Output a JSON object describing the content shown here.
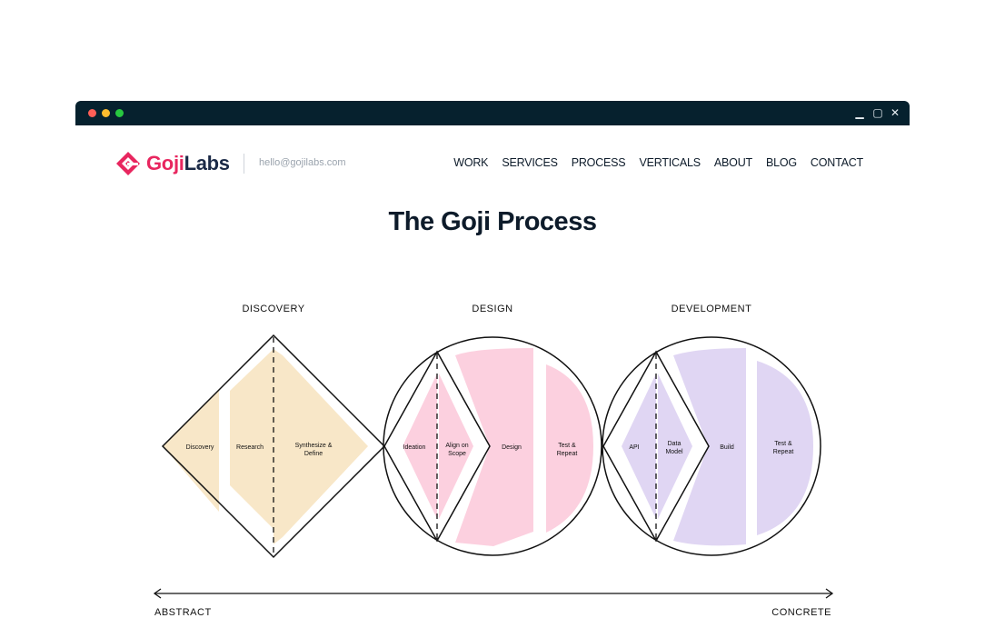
{
  "window": {
    "controls": [
      "minimize-icon",
      "maximize-icon",
      "close-icon"
    ],
    "traffic_lights": [
      "#ff5f57",
      "#febc2e",
      "#28c840"
    ]
  },
  "header": {
    "logo_goji": "Goji",
    "logo_labs": "Labs",
    "email": "hello@gojilabs.com",
    "nav": [
      "WORK",
      "SERVICES",
      "PROCESS",
      "VERTICALS",
      "ABOUT",
      "BLOG",
      "CONTACT"
    ]
  },
  "page": {
    "title": "The Goji Process"
  },
  "diagram": {
    "phases": [
      "DISCOVERY",
      "DESIGN",
      "DEVELOPMENT"
    ],
    "discovery_steps": [
      "Discovery",
      "Research",
      "Synthesize &",
      "Define"
    ],
    "design_steps": [
      "Ideation",
      "Align on",
      "Scope",
      "Design",
      "Test &",
      "Repeat"
    ],
    "development_steps": [
      "API",
      "Data",
      "Model",
      "Build",
      "Test &",
      "Repeat"
    ],
    "axis": {
      "left": "ABSTRACT",
      "right": "CONCRETE"
    },
    "colors": {
      "discovery": "#f8e7c8",
      "design": "#fcd0df",
      "development": "#e0d6f3",
      "ink": "#111111",
      "brand": "#e8265f"
    }
  }
}
